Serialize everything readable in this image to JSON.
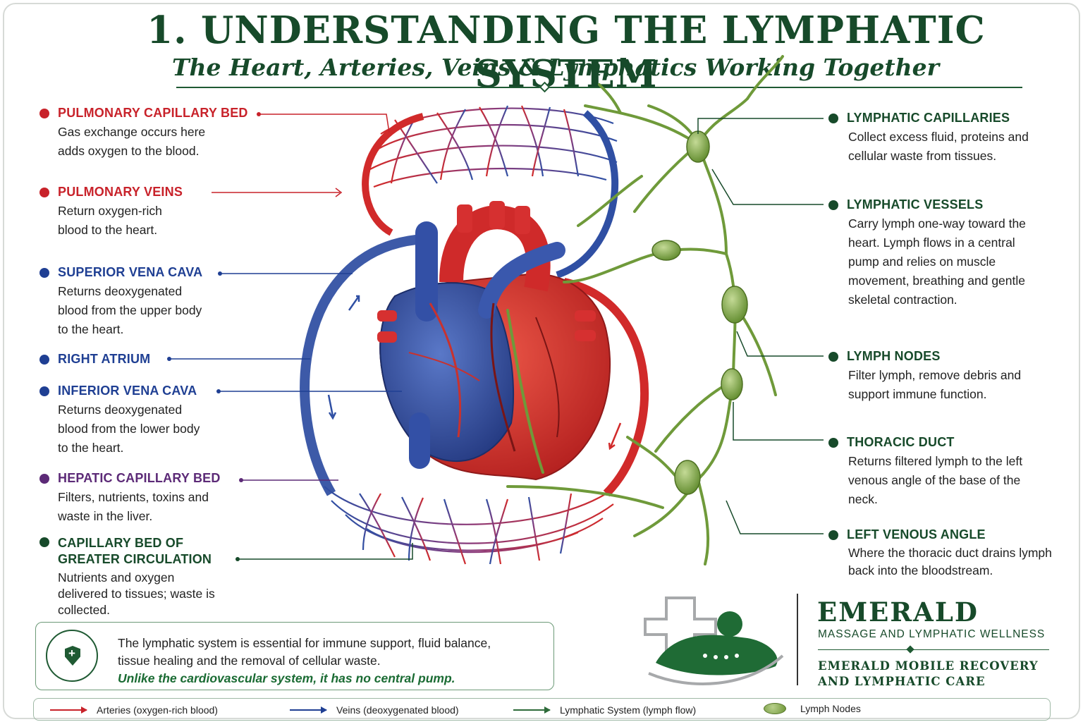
{
  "title": "1. UNDERSTANDING THE LYMPHATIC SYSTEM",
  "subtitle": "The Heart, Arteries, Veins & Lymphatics Working Together",
  "left_labels": [
    {
      "name": "PULMONARY CAPILLARY BED",
      "desc": "Gas exchange occurs here adds oxygen to the blood.",
      "color": "#c8222a"
    },
    {
      "name": "PULMONARY VEINS",
      "desc": "Return oxygen-rich blood to the heart.",
      "color": "#c8222a"
    },
    {
      "name": "SUPERIOR VENA CAVA",
      "desc": "Returns deoxygenated blood from the upper body to the heart.",
      "color": "#1f3f93"
    },
    {
      "name": "RIGHT ATRIUM",
      "desc": "",
      "color": "#1f3f93"
    },
    {
      "name": "INFERIOR VENA CAVA",
      "desc": "Returns deoxygenated blood from the lower body to the heart.",
      "color": "#1f3f93"
    },
    {
      "name": "HEPATIC CAPILLARY BED",
      "desc": "Filters, nutrients, toxins and waste in the liver.",
      "color": "#5c2a77"
    },
    {
      "name": "CAPILLARY BED OF GREATER CIRCULATION",
      "desc": "Nutrients and oxygen delivered to tissues; waste is collected.",
      "color": "#174a2a"
    }
  ],
  "right_labels": [
    {
      "name": "LYMPHATIC CAPILLARIES",
      "desc": "Collect excess fluid, proteins and cellular waste from tissues."
    },
    {
      "name": "LYMPHATIC VESSELS",
      "desc": "Carry lymph one-way toward the heart. Lymph flows in a central pump and relies on muscle movement, breathing and gentle skeletal contraction."
    },
    {
      "name": "LYMPH NODES",
      "desc": "Filter lymph, remove debris and support immune function."
    },
    {
      "name": "THORACIC DUCT",
      "desc": "Returns filtered lymph to the left venous angle of the base of the neck."
    },
    {
      "name": "LEFT VENOUS ANGLE",
      "desc": "Where the thoracic duct drains lymph back into the bloodstream."
    }
  ],
  "info": {
    "line1": "The lymphatic system is essential for immune support, fluid balance,",
    "line2": "tissue healing and the removal of cellular waste.",
    "emphasis": "Unlike the cardiovascular system, it has no central pump."
  },
  "brand": {
    "name": "EMERALD",
    "tagline": "MASSAGE AND LYMPHATIC WELLNESS",
    "sub1": "EMERALD MOBILE RECOVERY",
    "sub2": "AND LYMPHATIC CARE"
  },
  "legend": [
    {
      "label": "Arteries (oxygen-rich blood)",
      "color": "#c8222a",
      "kind": "arrow"
    },
    {
      "label": "Veins (deoxygenated blood)",
      "color": "#1f3f93",
      "kind": "arrow"
    },
    {
      "label": "Lymphatic System (lymph flow)",
      "color": "#2e6b3a",
      "kind": "arrow"
    },
    {
      "label": "Lymph Nodes",
      "color": "#7fa443",
      "kind": "node"
    }
  ],
  "colors": {
    "artery": "#d12a2a",
    "vein": "#2f4fa3",
    "lymph": "#6f9a3a",
    "brand": "#174a2a"
  }
}
